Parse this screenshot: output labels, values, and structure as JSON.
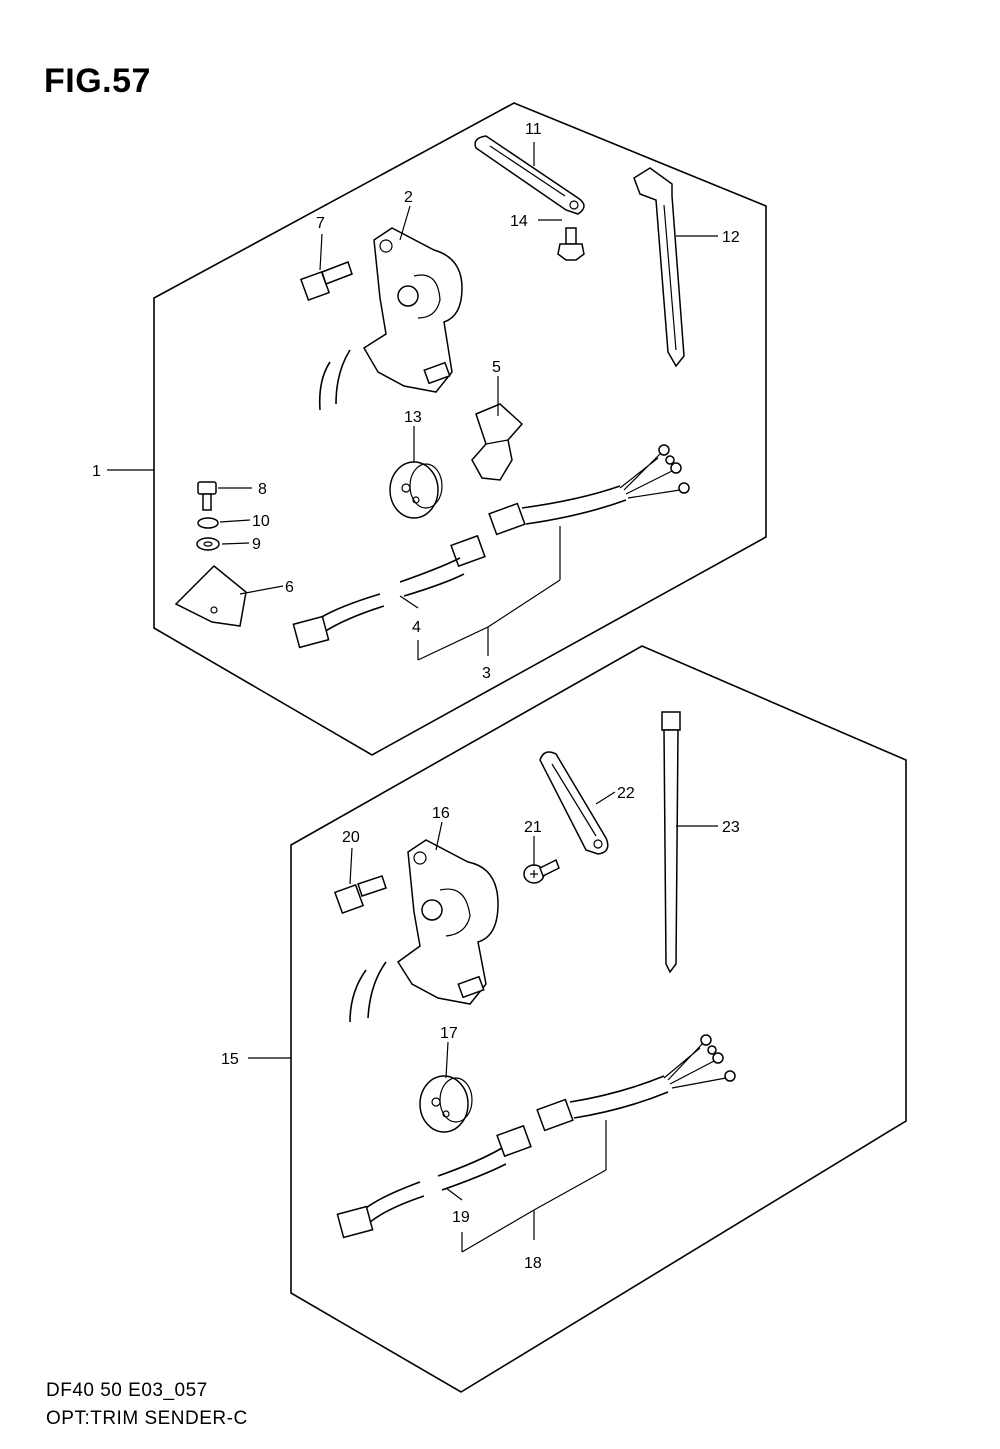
{
  "figure": {
    "title": "FIG.57"
  },
  "footer": {
    "code": "DF40 50 E03_057",
    "description": "OPT:TRIM SENDER-C"
  },
  "callouts": {
    "c1": "1",
    "c2": "2",
    "c3": "3",
    "c4": "4",
    "c5": "5",
    "c6": "6",
    "c7": "7",
    "c8": "8",
    "c9": "9",
    "c10": "10",
    "c11": "11",
    "c12": "12",
    "c13": "13",
    "c14": "14",
    "c15": "15",
    "c16": "16",
    "c17": "17",
    "c18": "18",
    "c19": "19",
    "c20": "20",
    "c21": "21",
    "c22": "22",
    "c23": "23"
  }
}
